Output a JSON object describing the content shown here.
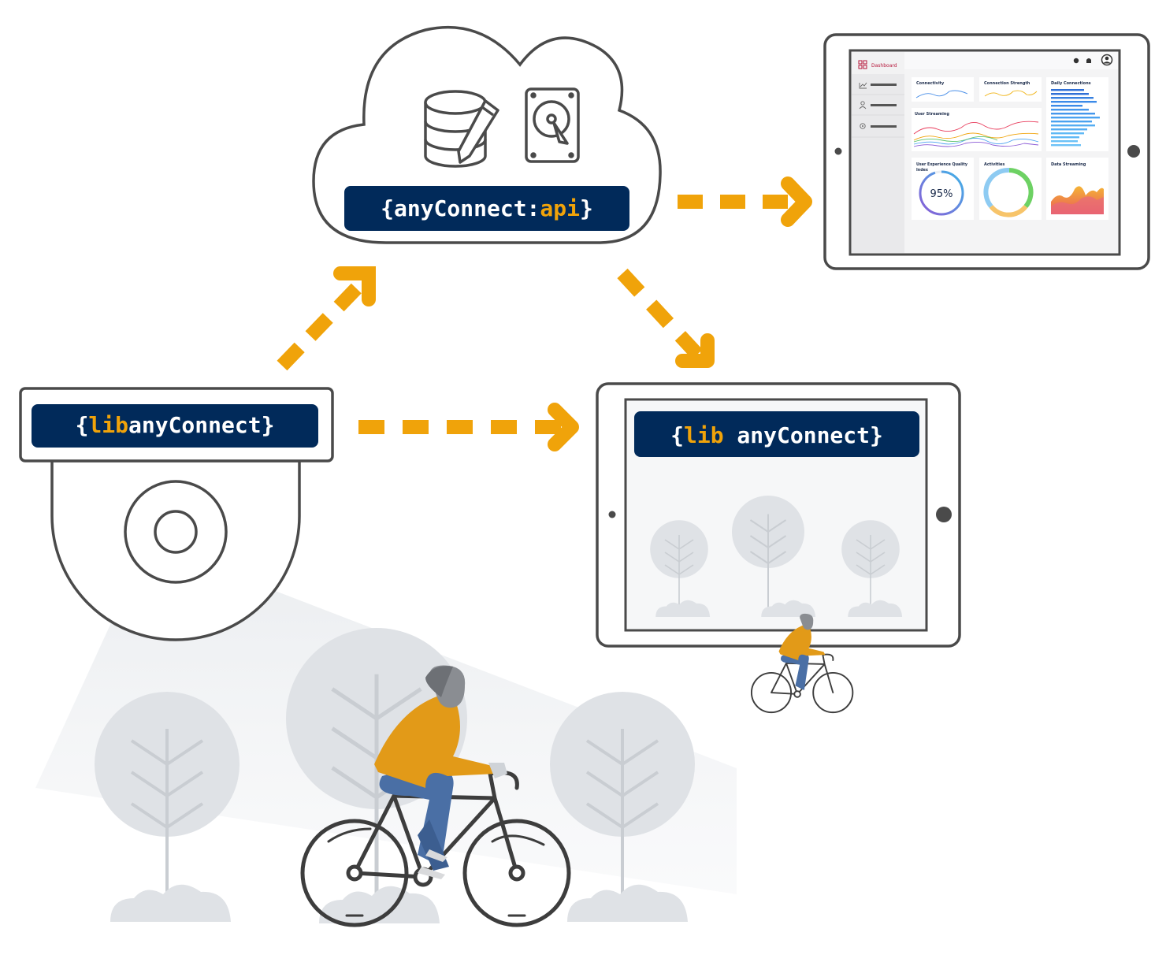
{
  "api_badge": {
    "open": "{",
    "name": "anyConnect:",
    "suffix": "api",
    "close": "}"
  },
  "lib_badge": {
    "open": "{",
    "prefix": "lib",
    "name": "anyConnect",
    "close": "}"
  },
  "dashboard": {
    "nav_label": "Dashboard",
    "cards": {
      "connectivity": "Connectivity",
      "connection_strength": "Connection Strength",
      "daily_connections": "Daily Connections",
      "user_streaming": "User Streaming",
      "ux_quality_line1": "User Experience Quality",
      "ux_quality_line2": "Index",
      "activities": "Activities",
      "data_streaming": "Data Streaming"
    },
    "ux_quality_value": "95%",
    "ux_quality_fraction": 0.95
  },
  "colors": {
    "navy": "#012a5a",
    "orange": "#f0a30a",
    "outline": "#4a4a4a",
    "tree": "#dfe2e6",
    "shirt": "#e29a18",
    "jeans": "#4a6fa5",
    "accent_red": "#b5163a"
  },
  "icons": [
    "database-icon",
    "pencil-icon",
    "hard-drive-icon",
    "help-icon",
    "bell-icon",
    "avatar-icon",
    "grid-icon",
    "chart-icon",
    "user-icon",
    "gear-icon"
  ]
}
